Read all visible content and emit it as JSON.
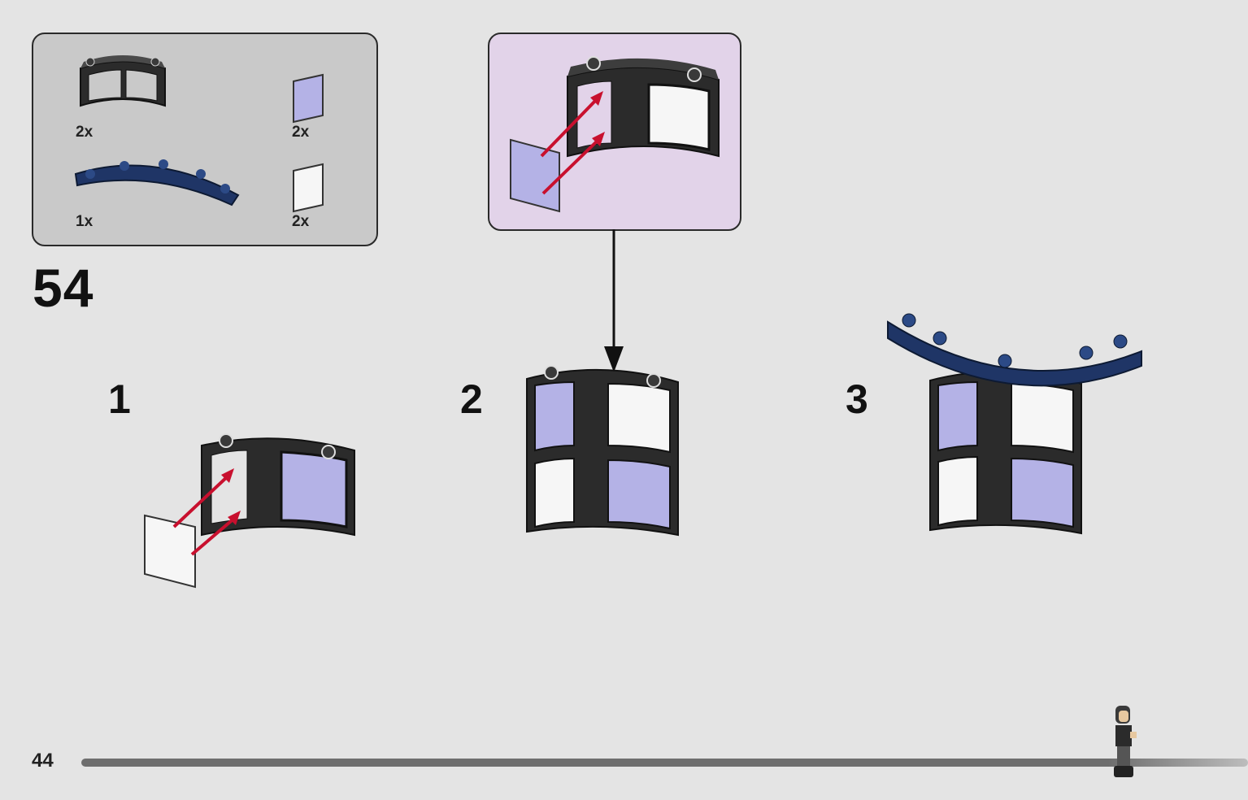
{
  "page": {
    "number": "44",
    "step_number": "54"
  },
  "parts_list": [
    {
      "part": "dark-curved-window-frame",
      "quantity": "2x"
    },
    {
      "part": "lavender-transparent-glass-pane",
      "quantity": "2x"
    },
    {
      "part": "dark-blue-curved-plate",
      "quantity": "1x"
    },
    {
      "part": "clear-transparent-glass-pane",
      "quantity": "2x"
    }
  ],
  "substeps": [
    {
      "number": "1"
    },
    {
      "number": "2"
    },
    {
      "number": "3"
    }
  ],
  "colors": {
    "frame": "#2b2b2b",
    "lavender_glass": "#b4b2e6",
    "clear_glass": "#f6f6f6",
    "dark_blue": "#1f3566",
    "arrow_red": "#c8102e",
    "callout_bg": "#e2d3e9",
    "parts_bg": "#c9c9c9"
  },
  "progress": {
    "fraction": 0.88
  },
  "icons": [
    "minifigure-figure-icon",
    "down-arrow-icon",
    "red-assembly-arrow-icon"
  ]
}
